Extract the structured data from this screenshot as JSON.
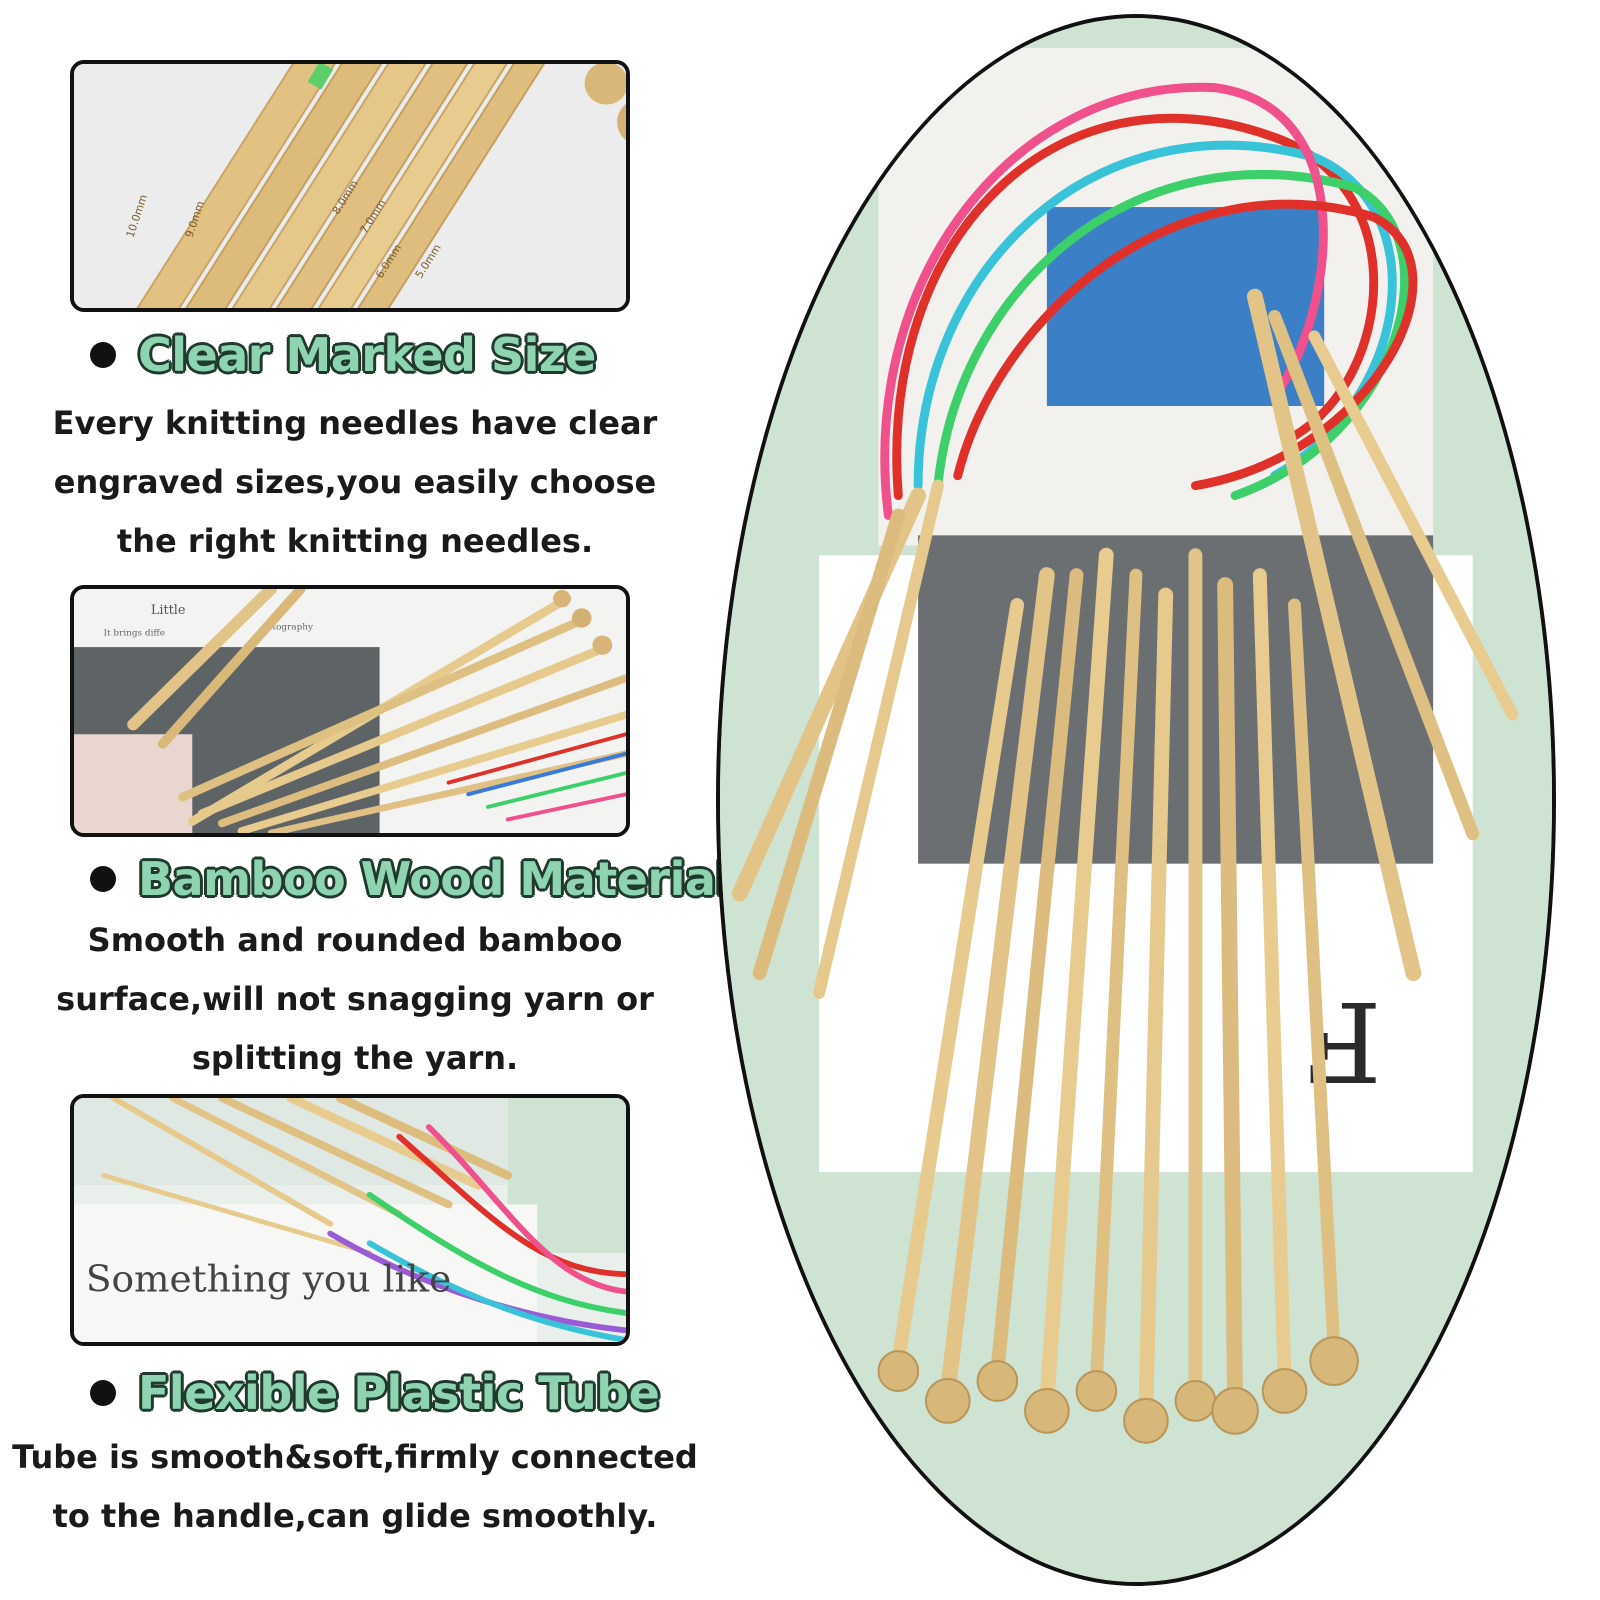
{
  "features": [
    {
      "title": "Clear Marked Size",
      "lines": [
        "Every knitting needles have clear",
        "engraved sizes,you easily choose",
        "the right knitting needles."
      ],
      "photo": {
        "size_labels": [
          "10.0mm",
          "9.0mm",
          "8.0mm",
          "7.0mm",
          "6.0mm",
          "5.0mm"
        ]
      }
    },
    {
      "title": "Bamboo Wood Material",
      "lines": [
        "Smooth and rounded bamboo",
        "surface,will not snagging yarn or",
        "splitting the yarn."
      ],
      "photo": {
        "card_title": "Little",
        "card_line": "It brings diffe",
        "card_word": "otography"
      }
    },
    {
      "title": "Flexible Plastic Tube",
      "lines": [
        "Tube is smooth&soft,firmly connected",
        "to the handle,can glide smoothly."
      ],
      "photo": {
        "caption": "Something you like"
      }
    }
  ],
  "hero_photo": {
    "card_letter": "F"
  },
  "colors": {
    "accent_title": "#8ed4b0",
    "title_outline": "#1f3a2c",
    "bamboo": "#e3c488",
    "tube_red": "#e0302a",
    "tube_blue": "#39c3d8",
    "tube_green": "#3ccf6a",
    "tube_pink": "#f0508c",
    "backdrop_green": "#cfe3d3"
  },
  "icons": [
    "bullet-dot-icon"
  ]
}
